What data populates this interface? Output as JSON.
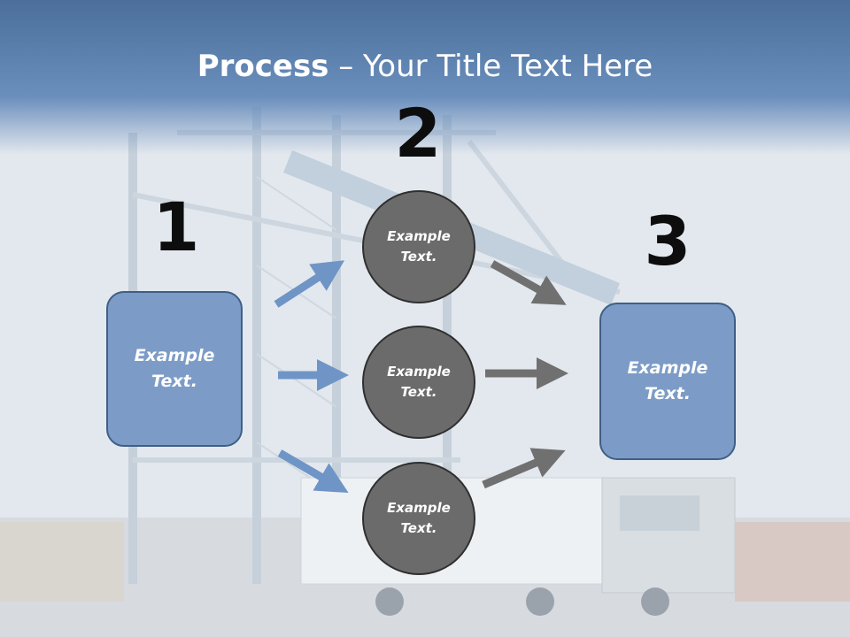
{
  "title": {
    "bold": "Process",
    "rest": " – Your Title Text Here"
  },
  "steps": [
    {
      "number": "1",
      "text": "Example Text."
    },
    {
      "number": "2",
      "items": [
        "Example Text.",
        "Example Text.",
        "Example Text."
      ]
    },
    {
      "number": "3",
      "text": "Example Text."
    }
  ],
  "colors": {
    "title_band": "#5a7fae",
    "box_fill": "#7c9cc7",
    "box_border": "#3f5f86",
    "circle_fill": "#6b6b6b",
    "circle_border": "#2f2f2f",
    "blue_arrow": "#6f95c6",
    "gray_arrow": "#707070"
  },
  "background": {
    "description_icon": "port-crane-truck-photo"
  }
}
